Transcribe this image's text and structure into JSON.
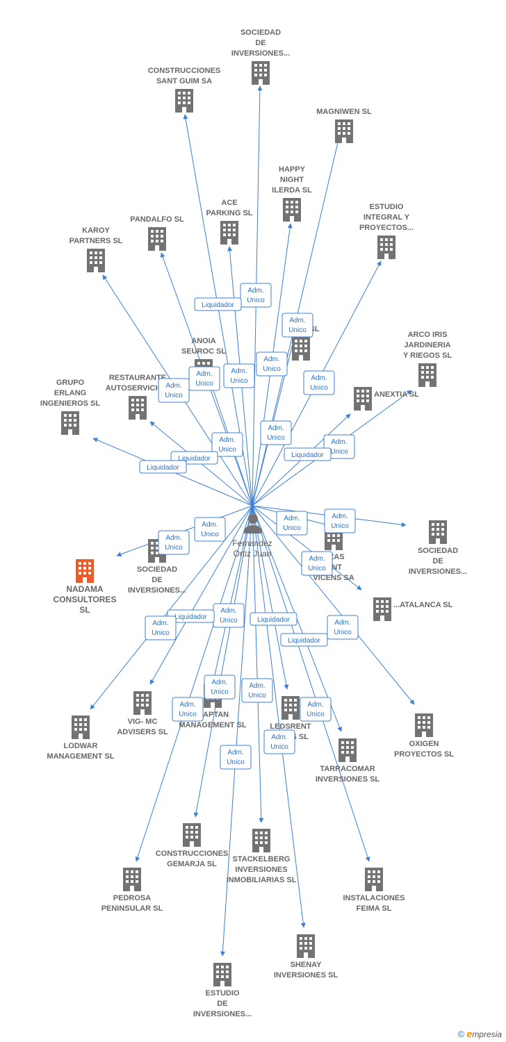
{
  "colors": {
    "edge": "#3b7fd6",
    "badge_border": "#3b7fd6",
    "badge_text": "#2a72c9",
    "building": "#737373",
    "building_highlight": "#f05a28",
    "person": "#737373",
    "label": "#666666"
  },
  "center": {
    "name_lines": [
      "Fernandez",
      "Ortiz Juan"
    ],
    "icon": "person-icon"
  },
  "nodes": [
    {
      "id": "sociedad-top",
      "lines": [
        "SOCIEDAD",
        "DE",
        "INVERSIONES..."
      ]
    },
    {
      "id": "construcciones-sant-guim",
      "lines": [
        "CONSTRUCCIONES",
        "SANT GUIM SA"
      ]
    },
    {
      "id": "magniwen",
      "lines": [
        "MAGNIWEN SL"
      ]
    },
    {
      "id": "happy-night",
      "lines": [
        "HAPPY",
        "NIGHT",
        "ILERDA SL"
      ]
    },
    {
      "id": "ace-parking",
      "lines": [
        "ACE",
        "PARKING  SL"
      ]
    },
    {
      "id": "pandalfo",
      "lines": [
        "PANDALFO SL"
      ]
    },
    {
      "id": "estudio-integral",
      "lines": [
        "ESTUDIO",
        "INTEGRAL Y",
        "PROYECTOS..."
      ]
    },
    {
      "id": "karoy",
      "lines": [
        "KAROY",
        "PARTNERS SL"
      ]
    },
    {
      "id": "fincas-cons",
      "lines": [
        "F... &",
        "CO... S SL"
      ]
    },
    {
      "id": "anoia-seuroc",
      "lines": [
        "ANOIA",
        "SEUROC SL"
      ]
    },
    {
      "id": "arco-iris",
      "lines": [
        "ARCO IRIS",
        "JARDINERIA",
        "Y RIEGOS SL"
      ]
    },
    {
      "id": "restaurante",
      "lines": [
        "RESTAURANTE",
        "AUTOSERVICIO..."
      ]
    },
    {
      "id": "anextia",
      "lines": [
        "ANEXTIA SL"
      ]
    },
    {
      "id": "grupo-erlang",
      "lines": [
        "GRUPO",
        "ERLANG",
        "INGENIEROS SL"
      ]
    },
    {
      "id": "sociedad-right",
      "lines": [
        "SOCIEDAD",
        "DE",
        "INVERSIONES..."
      ]
    },
    {
      "id": "plazas-vicens",
      "lines": [
        "...ZAS",
        "...NT",
        "VICENS SA"
      ]
    },
    {
      "id": "sociedad-left",
      "lines": [
        "SOCIEDAD",
        "DE",
        "INVERSIONES..."
      ]
    },
    {
      "id": "nadama",
      "lines": [
        "NADAMA",
        "CONSULTORES",
        "SL"
      ]
    },
    {
      "id": "catalanca",
      "lines": [
        "...ATALANCA SL"
      ]
    },
    {
      "id": "vig-mc",
      "lines": [
        "VIG- MC",
        "ADVISERS SL"
      ]
    },
    {
      "id": "captan",
      "lines": [
        "...APTAN",
        "MANAGEMENT SL"
      ]
    },
    {
      "id": "lodwar",
      "lines": [
        "LODWAR",
        "MANAGEMENT SL"
      ]
    },
    {
      "id": "oxigen",
      "lines": [
        "OXIGEN",
        "PROYECTOS SL"
      ]
    },
    {
      "id": "ledsrent",
      "lines": [
        "LEDSRENT",
        "S... NS SL"
      ]
    },
    {
      "id": "tarracomar",
      "lines": [
        "TARRACOMAR",
        "INVERSIONES SL"
      ]
    },
    {
      "id": "construcciones-gemarja",
      "lines": [
        "CONSTRUCCIONES",
        "GEMARJA SL"
      ]
    },
    {
      "id": "stackelberg",
      "lines": [
        "STACKELBERG",
        "INVERSIONES",
        "INMOBILIARIAS SL"
      ]
    },
    {
      "id": "pedrosa",
      "lines": [
        "PEDROSA",
        "PENINSULAR SL"
      ]
    },
    {
      "id": "instalaciones-feima",
      "lines": [
        "INSTALACIONES",
        "FEIMA SL"
      ]
    },
    {
      "id": "shenay",
      "lines": [
        "SHENAY",
        "INVERSIONES SL"
      ]
    },
    {
      "id": "estudio-bottom",
      "lines": [
        "ESTUDIO",
        "DE",
        "INVERSIONES..."
      ]
    }
  ],
  "badges": [
    {
      "lines": [
        "Adm.",
        "Unico"
      ]
    },
    {
      "lines": [
        "Liquidador"
      ]
    },
    {
      "lines": [
        "Adm.",
        "Unico"
      ]
    },
    {
      "lines": [
        "Adm.",
        "Unico"
      ]
    },
    {
      "lines": [
        "Adm.",
        "Unico"
      ]
    },
    {
      "lines": [
        "Adm.",
        "Unico"
      ]
    },
    {
      "lines": [
        "Adm.",
        "Unico"
      ]
    },
    {
      "lines": [
        "Adm.",
        "Unico"
      ]
    },
    {
      "lines": [
        "Adm.",
        "Unico"
      ]
    },
    {
      "lines": [
        "Adm.",
        "Unico"
      ]
    },
    {
      "lines": [
        "Adm.",
        "Unico"
      ]
    },
    {
      "lines": [
        "Liquidador"
      ]
    },
    {
      "lines": [
        "Liquidador"
      ]
    },
    {
      "lines": [
        "Liquidador"
      ]
    },
    {
      "lines": [
        "Adm.",
        "Unico"
      ]
    },
    {
      "lines": [
        "Adm.",
        "Unico"
      ]
    },
    {
      "lines": [
        "Adm.",
        "Unico"
      ]
    },
    {
      "lines": [
        "Adm.",
        "Unico"
      ]
    },
    {
      "lines": [
        "Adm.",
        "Unico"
      ]
    },
    {
      "lines": [
        "Adm.",
        "Unico"
      ]
    },
    {
      "lines": [
        "Liquidador"
      ]
    },
    {
      "lines": [
        "Adm.",
        "Unico"
      ]
    },
    {
      "lines": [
        "Adm.",
        "Unico"
      ]
    },
    {
      "lines": [
        "Liquidador"
      ]
    },
    {
      "lines": [
        "Liquidador"
      ]
    },
    {
      "lines": [
        "Adm.",
        "Unico"
      ]
    },
    {
      "lines": [
        "Adm.",
        "Unico"
      ]
    },
    {
      "lines": [
        "Adm.",
        "Unico"
      ]
    },
    {
      "lines": [
        "Adm.",
        "Unico"
      ]
    },
    {
      "lines": [
        "Adm.",
        "Unico"
      ]
    },
    {
      "lines": [
        "Adm.",
        "Unico"
      ]
    },
    {
      "lines": [
        "Adm.",
        "Unico"
      ]
    },
    {
      "lines": [
        "Adm.",
        "Unico"
      ]
    }
  ],
  "footer": {
    "copyright": "©",
    "brand_initial": "e",
    "brand_rest": "mpresia"
  }
}
